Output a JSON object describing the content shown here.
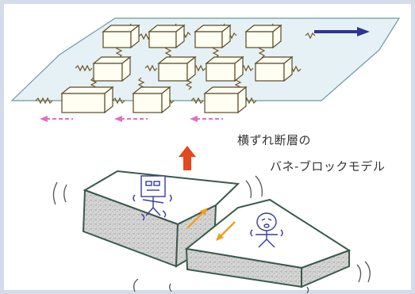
{
  "caption": {
    "line1": "横ずれ断層の",
    "line2": "バネ-ブロックモデル"
  },
  "colors": {
    "background": "#ffffff",
    "frame": "#d4dbeb",
    "plate_fill": "#dfeef2",
    "plate_edge": "#6a9aa6",
    "spring": "#6f5420",
    "block_fill": "#fffef2",
    "block_edge": "#5a4a22",
    "right_arrow": "#2f3590",
    "left_arrows": "#e070c2",
    "up_arrow": "#e4481e",
    "slab_top": "#ffffff",
    "slab_edge": "#3a5a4a",
    "slab_side": "#cfcfcf",
    "slip_arrows": "#f0a020",
    "figures": "#3a3aa0"
  },
  "icons": {
    "motion_right": "arrow-right-icon",
    "motion_left": "dashed-arrow-left-icon",
    "transition": "arrow-up-icon",
    "slip": "slip-arrow-icon",
    "person_left": "shaking-robot-figure",
    "person_right": "startled-figure"
  }
}
